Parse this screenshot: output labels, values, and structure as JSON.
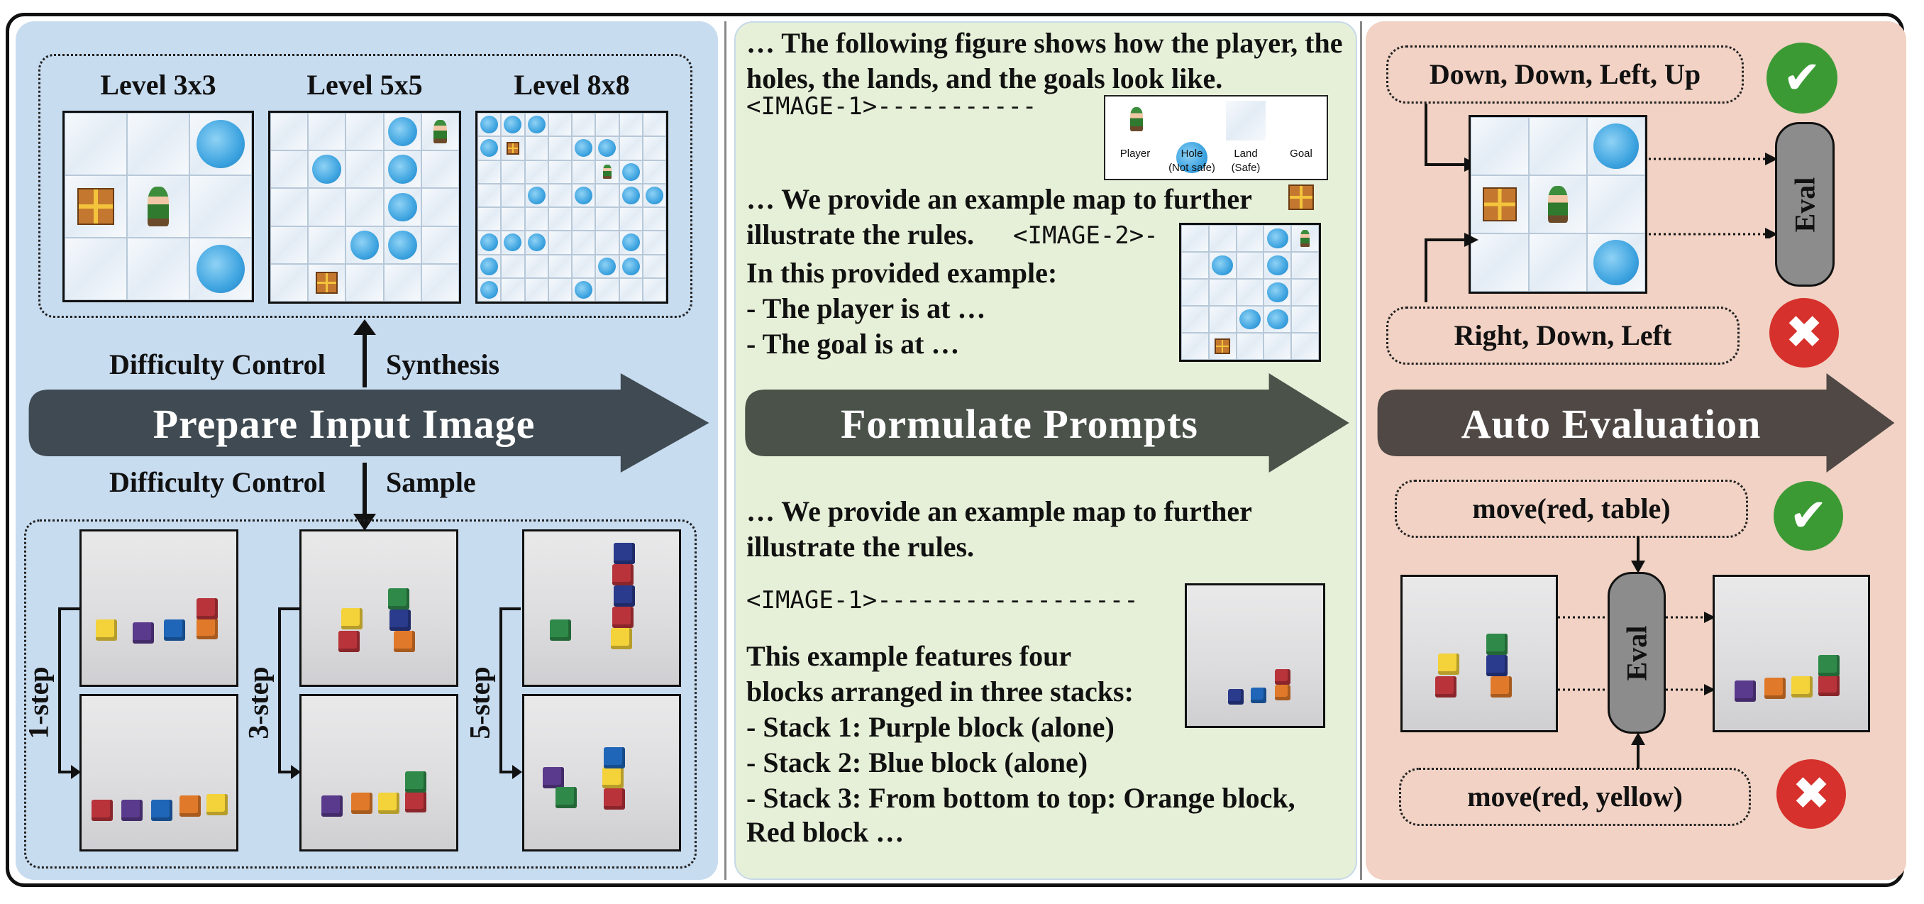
{
  "left": {
    "levels": [
      "Level 3x3",
      "Level 5x5",
      "Level 8x8"
    ],
    "synthesis_left": "Difficulty Control",
    "synthesis_right": "Synthesis",
    "sample_left": "Difficulty Control",
    "sample_right": "Sample",
    "steps": [
      "1-step",
      "3-step",
      "5-step"
    ],
    "banner": "Prepare Input Image"
  },
  "middle": {
    "para1": "… The following figure shows how the player, the holes, the lands, and the goals look like.",
    "image1_tag": "<IMAGE-1>-----------",
    "legend": [
      {
        "label": "Player",
        "sub": ""
      },
      {
        "label": "Hole",
        "sub": "(Not safe)"
      },
      {
        "label": "Land",
        "sub": "(Safe)"
      },
      {
        "label": "Goal",
        "sub": ""
      }
    ],
    "para2_line1": "… We provide an example map to further",
    "para2_line2": "illustrate the rules.",
    "image2_tag": "<IMAGE-2>-",
    "para2_line3": "In this provided example:",
    "bullet1": "-  The player is at …",
    "bullet2": "-  The goal is at …",
    "banner": "Formulate Prompts",
    "para3_line1": "… We provide an example map to further",
    "para3_line2": "illustrate the rules.",
    "image1_tag_b": "<IMAGE-1>------------------",
    "para4_line1": "This example features four",
    "para4_line2": "blocks arranged in three stacks:",
    "stack1": "- Stack 1: Purple block (alone)",
    "stack2": "- Stack 2: Blue block (alone)",
    "stack3": "- Stack 3: From bottom to top: Orange block,",
    "stack3b": "Red block …"
  },
  "right": {
    "answer_correct": "Down, Down, Left, Up",
    "answer_wrong": "Right, Down, Left",
    "eval_label": "Eval",
    "banner": "Auto Evaluation",
    "move_correct": "move(red, table)",
    "move_wrong": "move(red, yellow)",
    "eval_label_b": "Eval"
  },
  "colors": {
    "panel_left": "#c8dcf0",
    "panel_middle": "#e6f0d8",
    "panel_right": "#f1d2c4",
    "banner_left": "#3f4a52",
    "banner_middle": "#4a524a",
    "banner_right": "#4f4844",
    "check": "#3c9a35",
    "cross": "#d6312c"
  }
}
